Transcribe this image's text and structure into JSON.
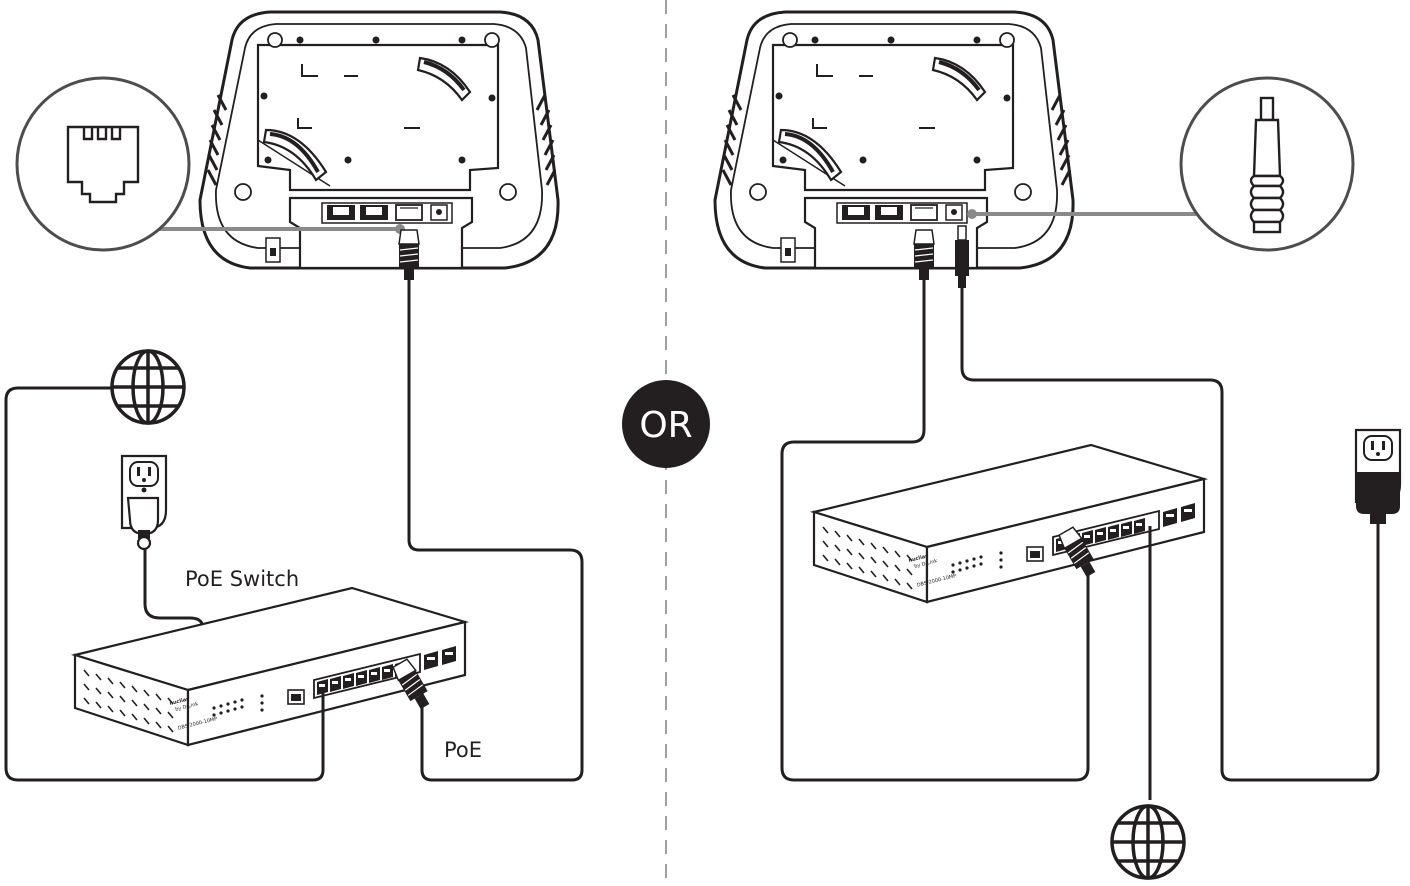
{
  "labels": {
    "poe_switch": "PoE Switch",
    "poe": "PoE",
    "or": "OR"
  },
  "switch_branding": {
    "brand": "nuclias",
    "brand_sub": "by D-Link",
    "model": "DBS-2000-10MP"
  },
  "colors": {
    "line": "#231f20",
    "callout_circle": "#4d4d4d",
    "callout_line": "#8a8a8a",
    "or_badge": "#231f20",
    "or_text": "#ffffff",
    "divider": "#777777"
  },
  "icons": {
    "globe": "globe-icon",
    "outlet": "power-outlet-icon",
    "ethernet_port": "ethernet-port-icon",
    "dc_plug": "dc-power-plug-icon"
  }
}
